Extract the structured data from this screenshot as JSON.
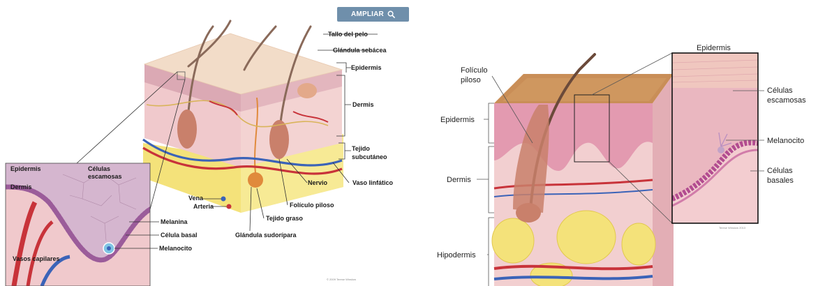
{
  "zoom_button": {
    "label": "AMPLIAR",
    "icon": "search-icon"
  },
  "left_diagram": {
    "labels": {
      "hair_shaft": "Tallo del pelo",
      "sebaceous_gland": "Glándula sebácea",
      "epidermis": "Epidermis",
      "dermis": "Dermis",
      "subcutaneous_1": "Tejido",
      "subcutaneous_2": "subcutáneo",
      "lymph_vessel": "Vaso linfático",
      "nerve": "Nervio",
      "hair_follicle": "Folículo piloso",
      "vein": "Vena",
      "artery": "Arteria",
      "fat_tissue": "Tejido graso",
      "sweat_gland": "Glándula sudorípara"
    },
    "inset_labels": {
      "epidermis": "Epidermis",
      "squamous_1": "Células",
      "squamous_2": "escamosas",
      "dermis": "Dermis",
      "melanin": "Melanina",
      "basal_cell": "Célula basal",
      "melanocyte": "Melanocito",
      "capillaries": "Vasos capilares"
    },
    "credit": "© 2009 Terese Winslow"
  },
  "right_diagram": {
    "labels": {
      "hair_follicle_1": "Folículo",
      "hair_follicle_2": "piloso",
      "epidermis": "Epidermis",
      "dermis": "Dermis",
      "hypodermis": "Hipodermis"
    },
    "inset_labels": {
      "title": "Epidermis",
      "squamous_1": "Células",
      "squamous_2": "escamosas",
      "melanocyte": "Melanocito",
      "basal_1": "Células",
      "basal_2": "basales"
    },
    "credit": "Terese Winslow 2013"
  },
  "colors": {
    "zoom_button": "#6f8fab",
    "skin_surface": "#f2dcc8",
    "epidermis": "#dba9b4",
    "dermis": "#f0c9cc",
    "fat": "#f4e27a",
    "vein": "#3b63b8",
    "artery": "#c8333a",
    "hair": "#6b4a3a",
    "surface_right": "#c98e57"
  }
}
